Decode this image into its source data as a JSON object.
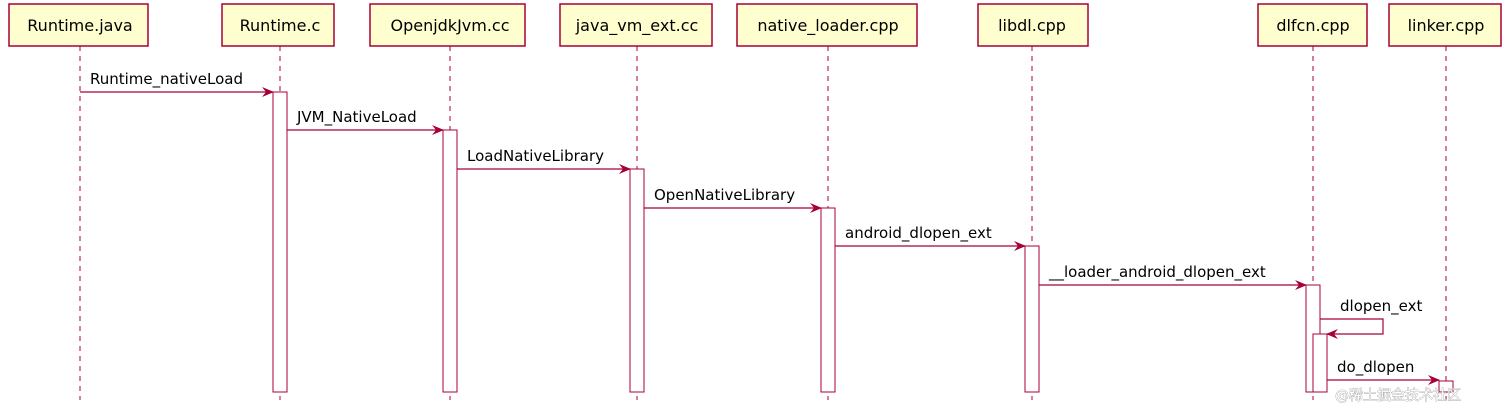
{
  "participants": [
    {
      "id": "runtime_java",
      "label": "Runtime.java"
    },
    {
      "id": "runtime_c",
      "label": "Runtime.c"
    },
    {
      "id": "openjdkjvm",
      "label": "OpenjdkJvm.cc"
    },
    {
      "id": "java_vm_ext",
      "label": "java_vm_ext.cc"
    },
    {
      "id": "native_loader",
      "label": "native_loader.cpp"
    },
    {
      "id": "libdl",
      "label": "libdl.cpp"
    },
    {
      "id": "dlfcn",
      "label": "dlfcn.cpp"
    },
    {
      "id": "linker",
      "label": "linker.cpp"
    }
  ],
  "messages": [
    {
      "from": "runtime_java",
      "to": "runtime_c",
      "label": "Runtime_nativeLoad"
    },
    {
      "from": "runtime_c",
      "to": "openjdkjvm",
      "label": "JVM_NativeLoad"
    },
    {
      "from": "openjdkjvm",
      "to": "java_vm_ext",
      "label": "LoadNativeLibrary"
    },
    {
      "from": "java_vm_ext",
      "to": "native_loader",
      "label": "OpenNativeLibrary"
    },
    {
      "from": "native_loader",
      "to": "libdl",
      "label": "android_dlopen_ext"
    },
    {
      "from": "libdl",
      "to": "dlfcn",
      "label": "__loader_android_dlopen_ext"
    },
    {
      "from": "dlfcn",
      "to": "dlfcn",
      "label": "dlopen_ext"
    },
    {
      "from": "dlfcn",
      "to": "linker",
      "label": "do_dlopen"
    }
  ],
  "watermark": "@稀土掘金技术社区",
  "colors": {
    "participant_fill": "#FEFECE",
    "participant_border": "#A80036",
    "arrow": "#A80036",
    "activation_fill": "#FFFFFF"
  }
}
